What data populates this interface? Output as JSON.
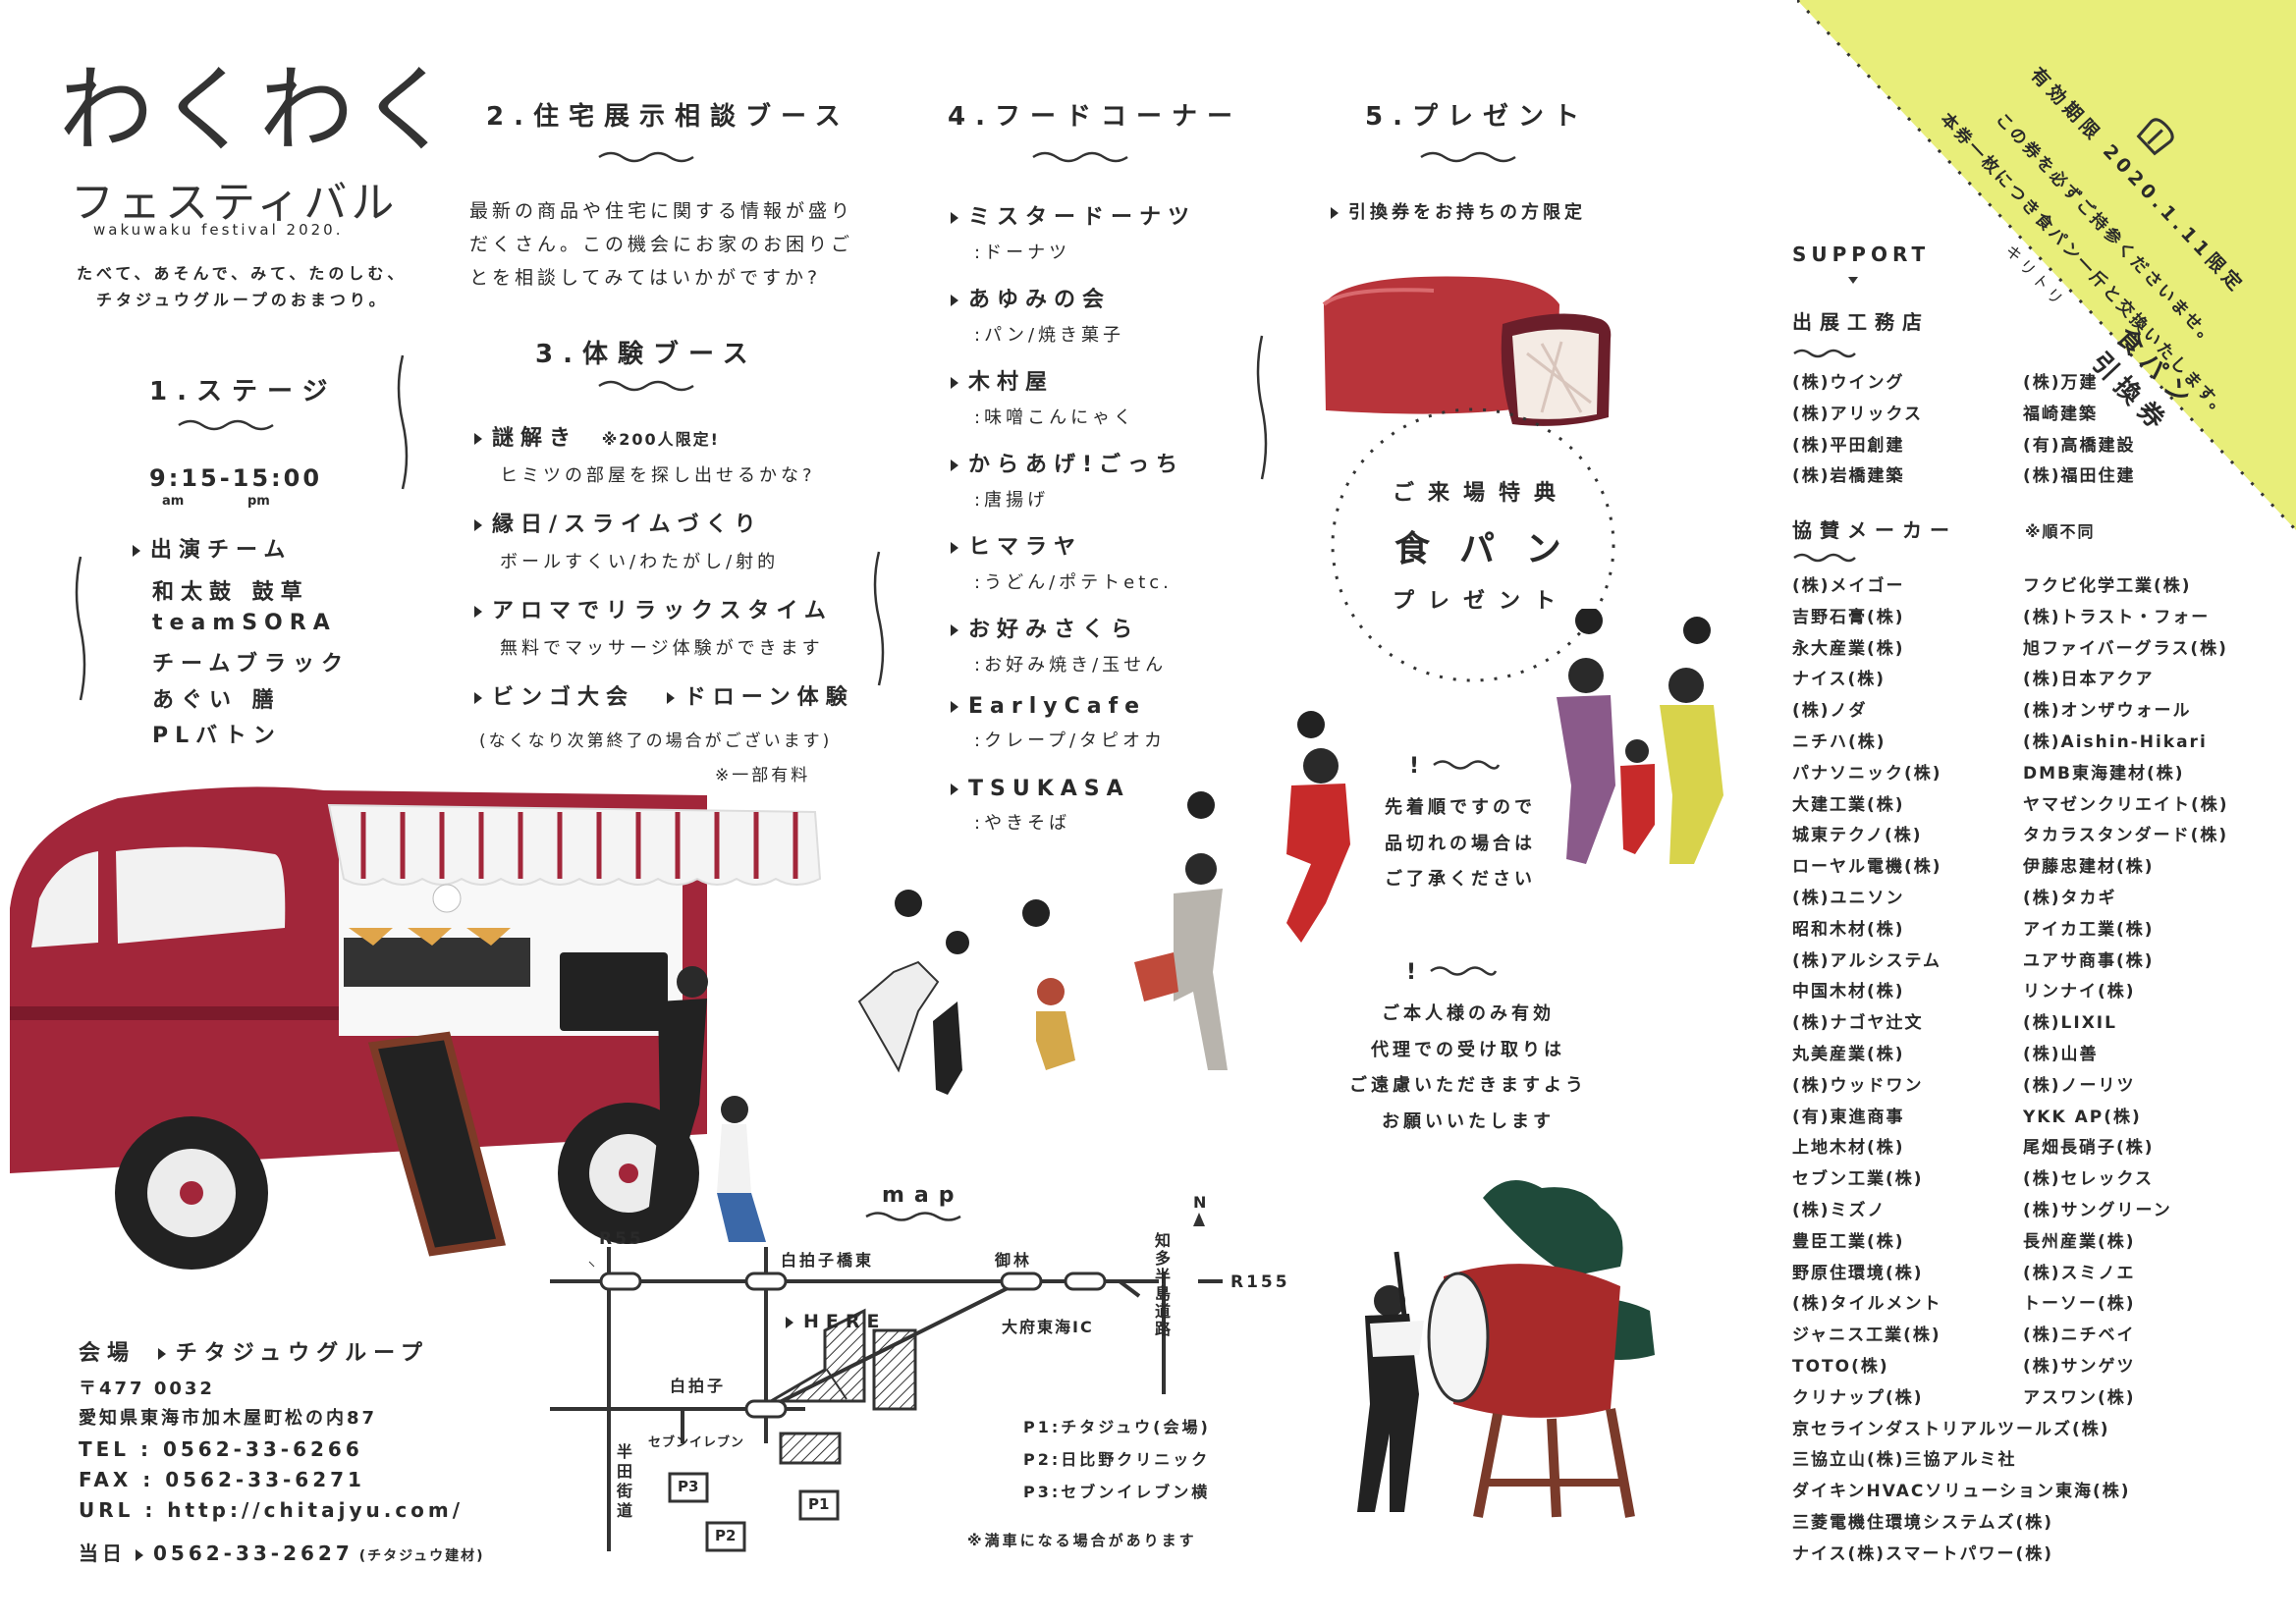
{
  "header": {
    "title_main": "わくわく",
    "title_sub": "フェスティバル",
    "title_en": "wakuwaku festival 2020.",
    "tagline_1": "たべて、あそんで、みて、たのしむ、",
    "tagline_2": "チタジュウグループのおまつり。"
  },
  "stage": {
    "title": "1.ステージ",
    "time": "9:15-15:00",
    "am": "am",
    "pm": "pm",
    "teams_label": "出演チーム",
    "teams": [
      "和太鼓 鼓草",
      "teamSORA",
      "チームブラック",
      "あぐい 膳",
      "PLバトン"
    ]
  },
  "housing": {
    "title": "2.住宅展示相談ブース",
    "lines": [
      "最新の商品や住宅に関する情報が盛り",
      "だくさん。この機会にお家のお困りご",
      "とを相談してみてはいかがですか?"
    ]
  },
  "experience": {
    "title": "3.体験ブース",
    "items": [
      {
        "name": "謎解き",
        "note": "※200人限定!",
        "sub": "ヒミツの部屋を探し出せるかな?"
      },
      {
        "name": "縁日/スライムづくり",
        "sub": "ボールすくい/わたがし/射的"
      },
      {
        "name": "アロマでリラックスタイム",
        "sub": "無料でマッサージ体験ができます"
      }
    ],
    "bingo": "ビンゴ大会",
    "drone": "ドローン体験",
    "end_note": "(なくなり次第終了の場合がございます)",
    "fee_note": "※一部有料"
  },
  "food": {
    "title": "4.フードコーナー",
    "items": [
      {
        "name": "ミスタードーナツ",
        "sub": ":ドーナツ"
      },
      {
        "name": "あゆみの会",
        "sub": ":パン/焼き菓子"
      },
      {
        "name": "木村屋",
        "sub": ":味噌こんにゃく"
      },
      {
        "name": "からあげ!ごっち",
        "sub": ":唐揚げ"
      },
      {
        "name": "ヒマラヤ",
        "sub": ":うどん/ポテトetc."
      },
      {
        "name": "お好みさくら",
        "sub": ":お好み焼き/玉せん"
      },
      {
        "name": "EarlyCafe",
        "sub": ":クレープ/タピオカ"
      },
      {
        "name": "TSUKASA",
        "sub": ":やきそば"
      }
    ]
  },
  "present": {
    "title": "5.プレゼント",
    "condition": "引換券をお持ちの方限定",
    "circle_1": "ご来場特典",
    "circle_2": "食パン",
    "circle_3": "プレゼント",
    "note1": [
      "先着順ですので",
      "品切れの場合は",
      "ご了承ください"
    ],
    "note2": [
      "ご本人様のみ有効",
      "代理での受け取りは",
      "ご遠慮いただきますよう",
      "お願いいたします"
    ]
  },
  "coupon": {
    "title_1": "食パン",
    "title_2": "引換券",
    "validity": "有効期限 2020.1.11限定",
    "line1": "この券を必ずご持参くださいませ。",
    "line2": "本券一枚につき食パン一斤と交換いたします。",
    "cut": "キリトリ"
  },
  "venue": {
    "label": "会場",
    "name": "チタジュウグループ",
    "zip": "〒477 0032",
    "address": "愛知県東海市加木屋町松の内87",
    "tel": "TEL : 0562-33-6266",
    "fax": "FAX : 0562-33-6271",
    "url": "URL : http://chitajyu.com/",
    "day_label": "当日",
    "day_tel": "0562-33-2627",
    "day_note": "(チタジュウ建材)"
  },
  "map": {
    "title": "map",
    "r55": "R55",
    "r155": "R155",
    "shirako_east": "白拍子橋東",
    "gorin": "御林",
    "chita": "知多半島道路",
    "north": "N",
    "here": "HERE",
    "obu_ic": "大府東海IC",
    "shirako": "白拍子",
    "seven": "セブンイレブン",
    "handa": "半田街道",
    "p1": "P1",
    "p2": "P2",
    "p3": "P3",
    "legend": [
      "P1:チタジュウ(会場)",
      "P2:日比野クリニック",
      "P3:セブンイレブン横"
    ],
    "note": "※満車になる場合があります"
  },
  "support": {
    "title": "SUPPORT",
    "builders_title": "出展工務店",
    "builders_left": [
      "(株)ウイング",
      "(株)アリックス",
      "(株)平田創建",
      "(株)岩橋建築"
    ],
    "builders_right": [
      "(株)万建",
      "福崎建築",
      "(有)高橋建設",
      "(株)福田住建"
    ],
    "makers_title": "協賛メーカー",
    "makers_note": "※順不同",
    "makers_left": [
      "(株)メイゴー",
      "吉野石膏(株)",
      "永大産業(株)",
      "ナイス(株)",
      "(株)ノダ",
      "ニチハ(株)",
      "パナソニック(株)",
      "大建工業(株)",
      "城東テクノ(株)",
      "ローヤル電機(株)",
      "(株)ユニソン",
      "昭和木材(株)",
      "(株)アルシステム",
      "中国木材(株)",
      "(株)ナゴヤ辻文",
      "丸美産業(株)",
      "(株)ウッドワン",
      "(有)東進商事",
      "上地木材(株)",
      "セブン工業(株)",
      "(株)ミズノ",
      "豊臣工業(株)",
      "野原住環境(株)",
      "(株)タイルメント",
      "ジャニス工業(株)",
      "TOTO(株)",
      "クリナップ(株)"
    ],
    "makers_right": [
      "フクビ化学工業(株)",
      "(株)トラスト・フォー",
      "旭ファイバーグラス(株)",
      "(株)日本アクア",
      "(株)オンザウォール",
      "(株)Aishin-Hikari",
      "DMB東海建材(株)",
      "ヤマゼンクリエイト(株)",
      "タカラスタンダード(株)",
      "伊藤忠建材(株)",
      "(株)タカギ",
      "アイカ工業(株)",
      "ユアサ商事(株)",
      "リンナイ(株)",
      "(株)LIXIL",
      "(株)山善",
      "(株)ノーリツ",
      "YKK AP(株)",
      "尾畑長硝子(株)",
      "(株)セレックス",
      "(株)サングリーン",
      "長州産業(株)",
      "(株)スミノエ",
      "トーソー(株)",
      "(株)ニチベイ",
      "(株)サンゲツ",
      "アスワン(株)"
    ],
    "makers_wide": [
      "京セラインダストリアルツールズ(株)",
      "三協立山(株)三協アルミ社",
      "ダイキンHVACソリューション東海(株)",
      "三菱電機住環境システムズ(株)",
      "ナイス(株)スマートパワー(株)"
    ]
  }
}
